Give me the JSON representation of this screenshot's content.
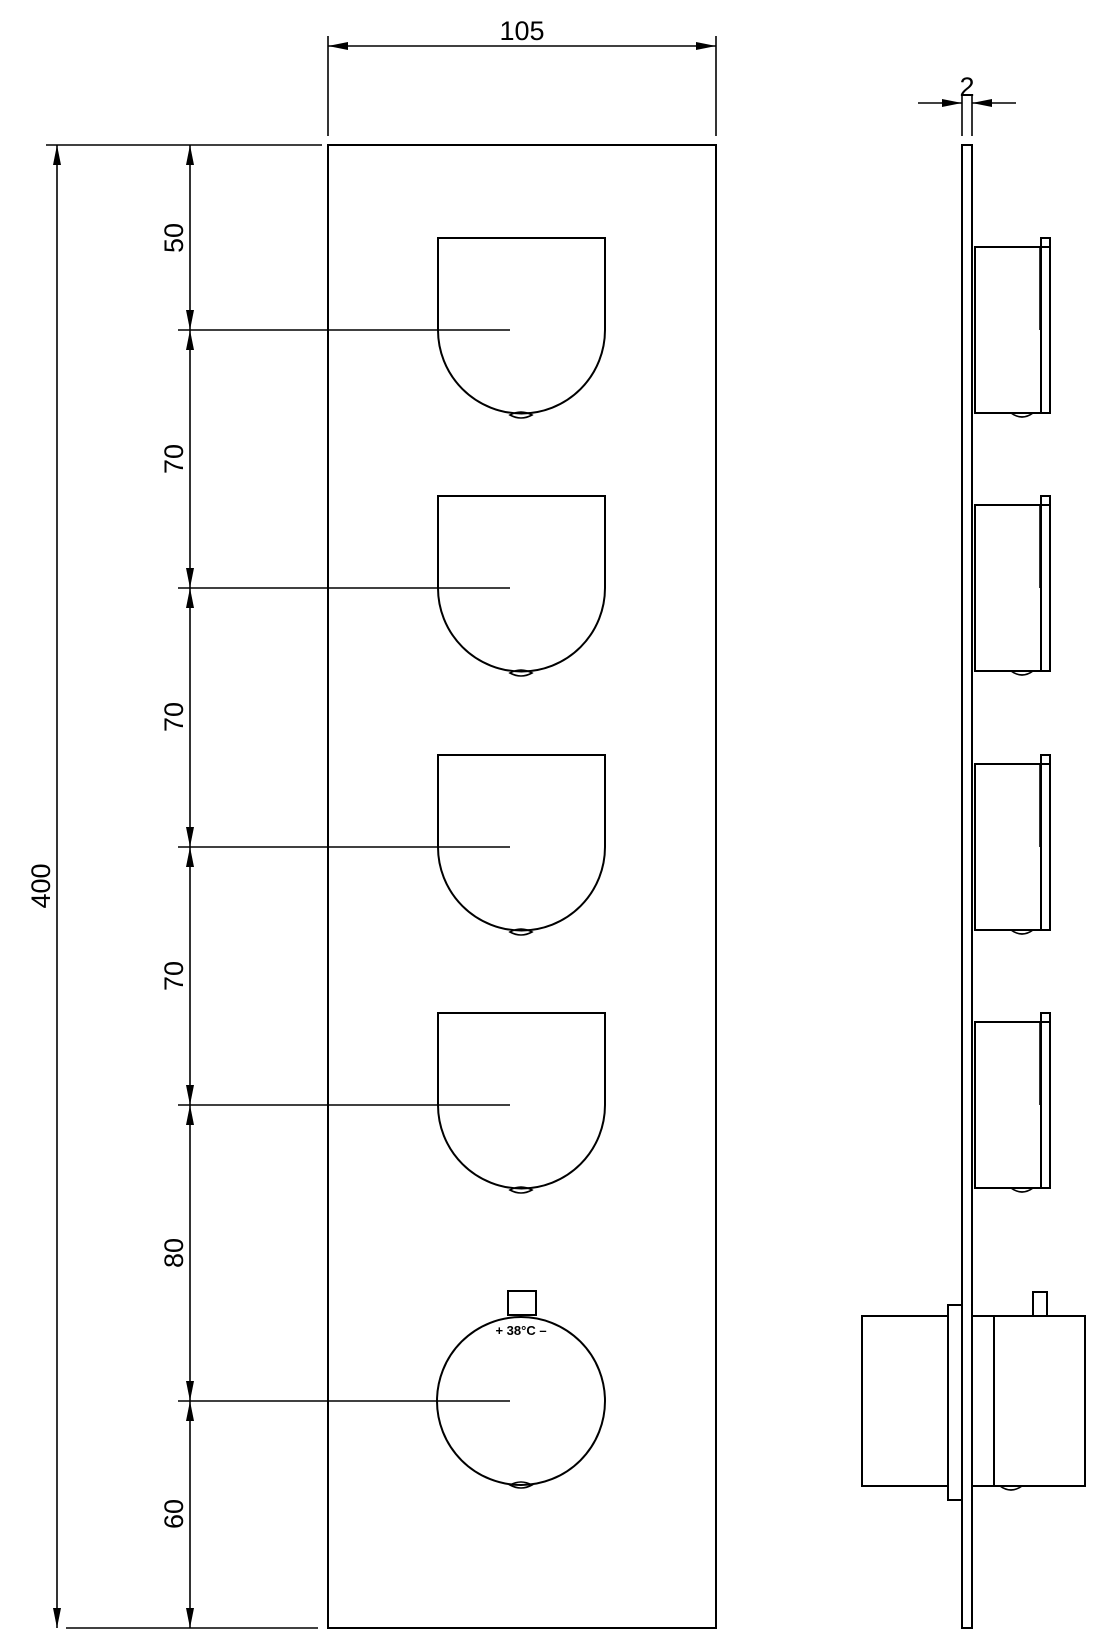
{
  "drawing": {
    "width_dim": "105",
    "depth_dim": "2",
    "height_dim": "400",
    "segment_dims": [
      "50",
      "70",
      "70",
      "70",
      "80",
      "60"
    ],
    "temperature_label": "+ 38°C –",
    "handle_count": 4,
    "thermostat_count": 1
  }
}
